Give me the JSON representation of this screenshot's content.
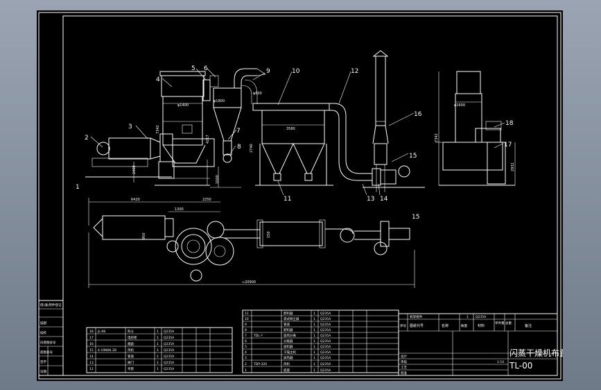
{
  "drawing": {
    "title": "闪蒸干燥机布置图",
    "drawing_number": "TL-00",
    "scale_text": "1:10"
  },
  "callouts": [
    "1",
    "2",
    "3",
    "4",
    "5",
    "6",
    "7",
    "8",
    "9",
    "10",
    "11",
    "12",
    "13",
    "14",
    "15",
    "16",
    "17",
    "18"
  ],
  "dimensions": {
    "d_1400": "φ1400",
    "d_1800": "φ1800",
    "d_1600_side": "φ1600",
    "d_600": "φ600",
    "h_7342": "7342",
    "h_2400": "2400",
    "h_4217": "4217",
    "h_1000": "1000",
    "h_2740": "2740",
    "w_3580": "3580",
    "h_7342_side": "7342",
    "h_2932": "2932",
    "w_6420": "6420",
    "w_1300": "1300",
    "w_2250": "2250",
    "d_950": "950",
    "w_20900": "≈20900",
    "w_150": "150",
    "plan_label": "15"
  },
  "parts_table_left": [
    {
      "no": "18",
      "code": "JL-08",
      "name": "料斗",
      "qty": "1",
      "mat": "Q235A"
    },
    {
      "no": "17",
      "code": "",
      "name": "电控柜",
      "qty": "1",
      "mat": "Q235A"
    },
    {
      "no": "16",
      "code": "",
      "name": "烟囱",
      "qty": "1",
      "mat": "Q235A"
    },
    {
      "no": "15",
      "code": "4-19N06.3D",
      "name": "风机",
      "qty": "1",
      "mat": "Q235A"
    },
    {
      "no": "14",
      "code": "",
      "name": "管道",
      "qty": "1",
      "mat": "Q235A"
    },
    {
      "no": "13",
      "code": "",
      "name": "阀门",
      "qty": "1",
      "mat": "Q235A"
    },
    {
      "no": "12",
      "code": "",
      "name": "弯管",
      "qty": "1",
      "mat": "Q235A"
    }
  ],
  "parts_table_right": [
    {
      "no": "11",
      "code": "",
      "name": "卸料器",
      "qty": "1",
      "mat": "Q235A"
    },
    {
      "no": "10",
      "code": "",
      "name": "袋式除尘器",
      "qty": "1",
      "mat": "Q235A"
    },
    {
      "no": "9",
      "code": "",
      "name": "管道",
      "qty": "1",
      "mat": "Q235A"
    },
    {
      "no": "8",
      "code": "",
      "name": "卸料器",
      "qty": "1",
      "mat": "Q235A"
    },
    {
      "no": "7",
      "code": "TDL-?",
      "name": "旋风分离",
      "qty": "1",
      "mat": "Q235A"
    },
    {
      "no": "6",
      "code": "",
      "name": "分级器",
      "qty": "1",
      "mat": "Q235A"
    },
    {
      "no": "5",
      "code": "",
      "name": "加料器",
      "qty": "1",
      "mat": "Q235A"
    },
    {
      "no": "4",
      "code": "",
      "name": "干燥主机",
      "qty": "1",
      "mat": "Q235A"
    },
    {
      "no": "3",
      "code": "",
      "name": "加热器",
      "qty": "1",
      "mat": "Q235A"
    },
    {
      "no": "2",
      "code": "TDP-320",
      "name": "风机",
      "qty": "1",
      "mat": "Q235A"
    },
    {
      "no": "1",
      "code": "",
      "name": "底座",
      "qty": "1",
      "mat": "Q235A"
    }
  ],
  "title_block": {
    "row_top": "机架组件",
    "row_top_qty": "1",
    "row_top_mat": "Q235A",
    "hdr_seq": "序号",
    "hdr_code": "图纸代号",
    "hdr_name": "名称",
    "hdr_qty": "数量",
    "hdr_mat": "材料",
    "hdr_weight": "单件重",
    "hdr_total": "总重",
    "hdr_remark": "备注",
    "design": "设计",
    "check": "审核",
    "process": "工艺",
    "approve": "批准"
  },
  "side_block": {
    "l1": "借(通)用件登记",
    "l2": "描图",
    "l3": "描校",
    "l4": "旧底图总号",
    "l5": "底图总号",
    "l6": "签字",
    "l7": "日期"
  }
}
